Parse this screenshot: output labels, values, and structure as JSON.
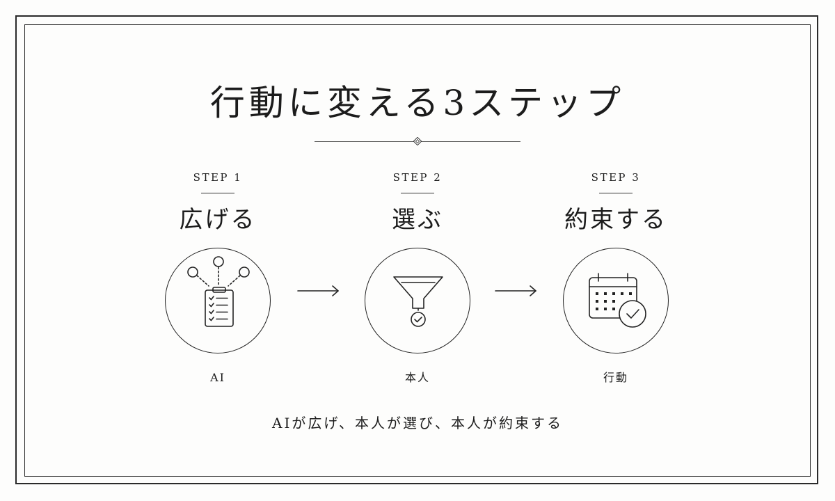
{
  "title": "行動に変える3ステップ",
  "steps": [
    {
      "label": "STEP 1",
      "name": "広げる",
      "actor": "AI",
      "icon": "clipboard-ideas-icon"
    },
    {
      "label": "STEP 2",
      "name": "選ぶ",
      "actor": "本人",
      "icon": "funnel-check-icon"
    },
    {
      "label": "STEP 3",
      "name": "約束する",
      "actor": "行動",
      "icon": "calendar-check-icon"
    }
  ],
  "summary": "AIが広げ、本人が選び、本人が約束する",
  "colors": {
    "ink": "#1c1c1c",
    "background": "#fdfdfc"
  }
}
